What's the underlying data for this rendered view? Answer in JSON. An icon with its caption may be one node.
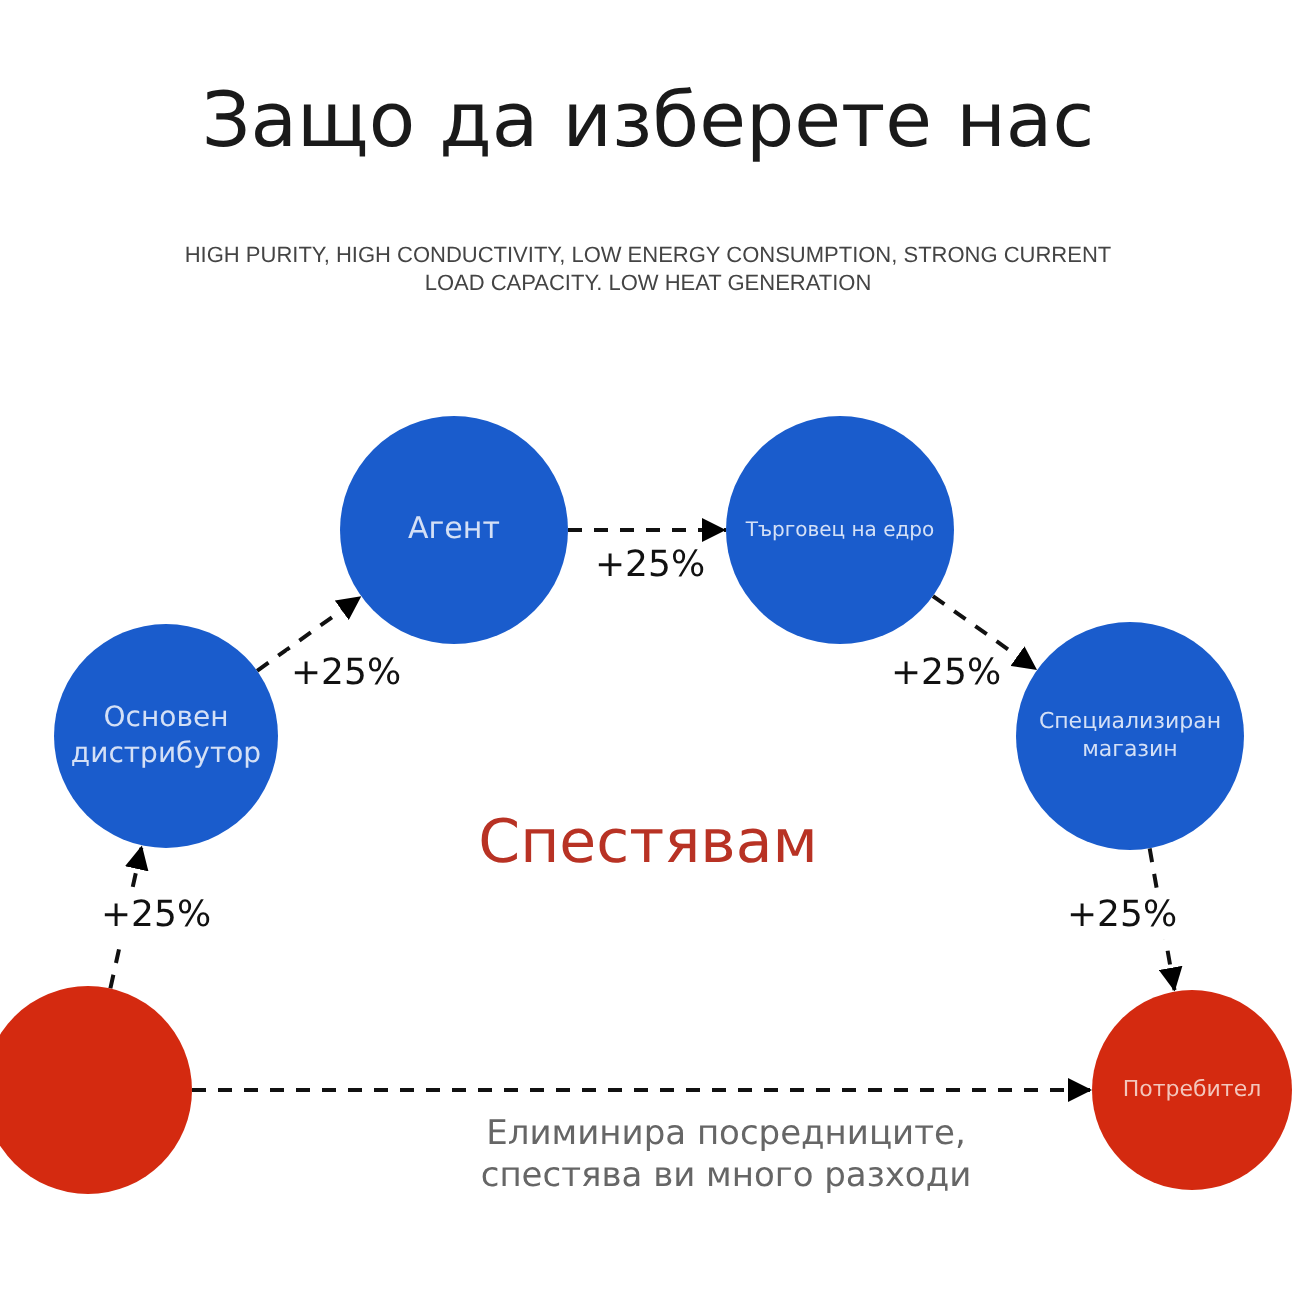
{
  "diagram": {
    "title": "Защо да изберете нас",
    "nodes": [
      {
        "text": [],
        "shape": "circle"
      },
      {
        "text": [
          "Основен дистрибутор"
        ]
      },
      {
        "text": [
          "Агент"
        ]
      },
      {
        "text": [
          "Търговец на едро"
        ]
      },
      {
        "text": [
          "Специализиран магазин"
        ]
      },
      {
        "text": [
          "Потребител"
        ]
      }
    ],
    "edges": [
      {
        "from": 0,
        "to": 1,
        "arrow": "to",
        "label": "+25%",
        "style": "dashed"
      },
      {
        "from": 1,
        "to": 2,
        "arrow": "to",
        "label": "+25%",
        "style": "dashed"
      },
      {
        "from": 2,
        "to": 3,
        "arrow": "to",
        "label": "+25%",
        "style": "dashed"
      },
      {
        "from": 3,
        "to": 4,
        "arrow": "to",
        "label": "+25%",
        "style": "dashed"
      },
      {
        "from": 4,
        "to": 5,
        "arrow": "to",
        "label": "+25%",
        "style": "dashed"
      },
      {
        "from": 0,
        "to": 5,
        "arrow": "to",
        "label": "Елиминира посредниците, спестява ви много разходи",
        "style": "dashed"
      }
    ],
    "labels": [
      "HIGH PURITY, HIGH CONDUCTIVITY, LOW ENERGY CONSUMPTION, STRONG CURRENT LOAD CAPACITY. LOW HEAT GENERATION",
      "Спестявам"
    ]
  }
}
